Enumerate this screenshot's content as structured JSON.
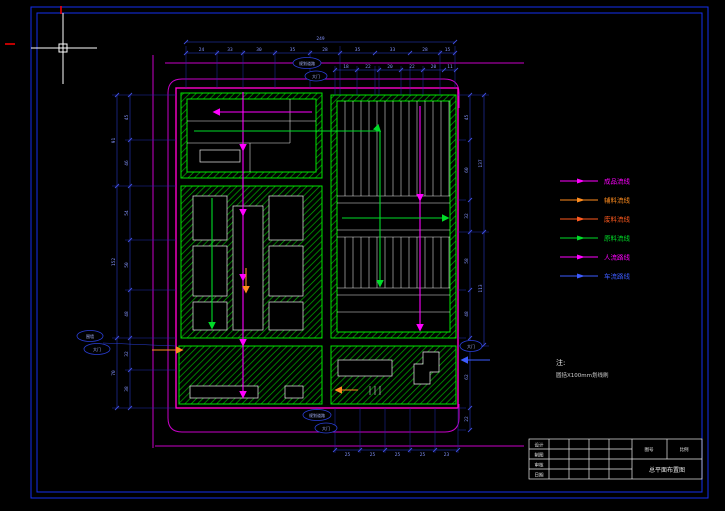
{
  "drawing": {
    "note": {
      "line1": "注:",
      "line2": "圆括X100mm划线刷"
    },
    "bubbles": {
      "top1": "规划道路",
      "top2": "大门",
      "left1": "围墙",
      "left2": "大门",
      "bottom1": "规划道路",
      "bottom2": "大门",
      "right1": "大门"
    },
    "dims": {
      "top_overall": [
        "249"
      ],
      "top1": [
        "24",
        "33",
        "30",
        "35",
        "28",
        "35",
        "33",
        "28",
        "15"
      ],
      "top2": [
        "18",
        "22",
        "20",
        "22",
        "20",
        "11"
      ],
      "left1": [
        "45",
        "46",
        "54",
        "50",
        "48",
        "32",
        "38"
      ],
      "left2": [
        "91",
        "152",
        "70"
      ],
      "right1": [
        "45",
        "60",
        "32",
        "58",
        "48",
        "8",
        "62",
        "22"
      ],
      "right2": [
        "137",
        "113"
      ],
      "bottom1": [
        "25",
        "25",
        "25",
        "25",
        "23"
      ]
    }
  },
  "legend": {
    "items": [
      {
        "label": "成品流线",
        "color": "#ff00ff"
      },
      {
        "label": "辅料流线",
        "color": "#ff8c1e"
      },
      {
        "label": "废料流线",
        "color": "#ff5a1e"
      },
      {
        "label": "原料流线",
        "color": "#00dc28"
      },
      {
        "label": "人流路线",
        "color": "#ff00ff"
      },
      {
        "label": "车流路线",
        "color": "#3d5bff"
      }
    ]
  },
  "titleblock": {
    "row_labels": [
      "设计",
      "制图",
      "审核",
      "日期"
    ],
    "no_label": "图号",
    "scale_label": "比例",
    "title": "总平面布置图"
  }
}
